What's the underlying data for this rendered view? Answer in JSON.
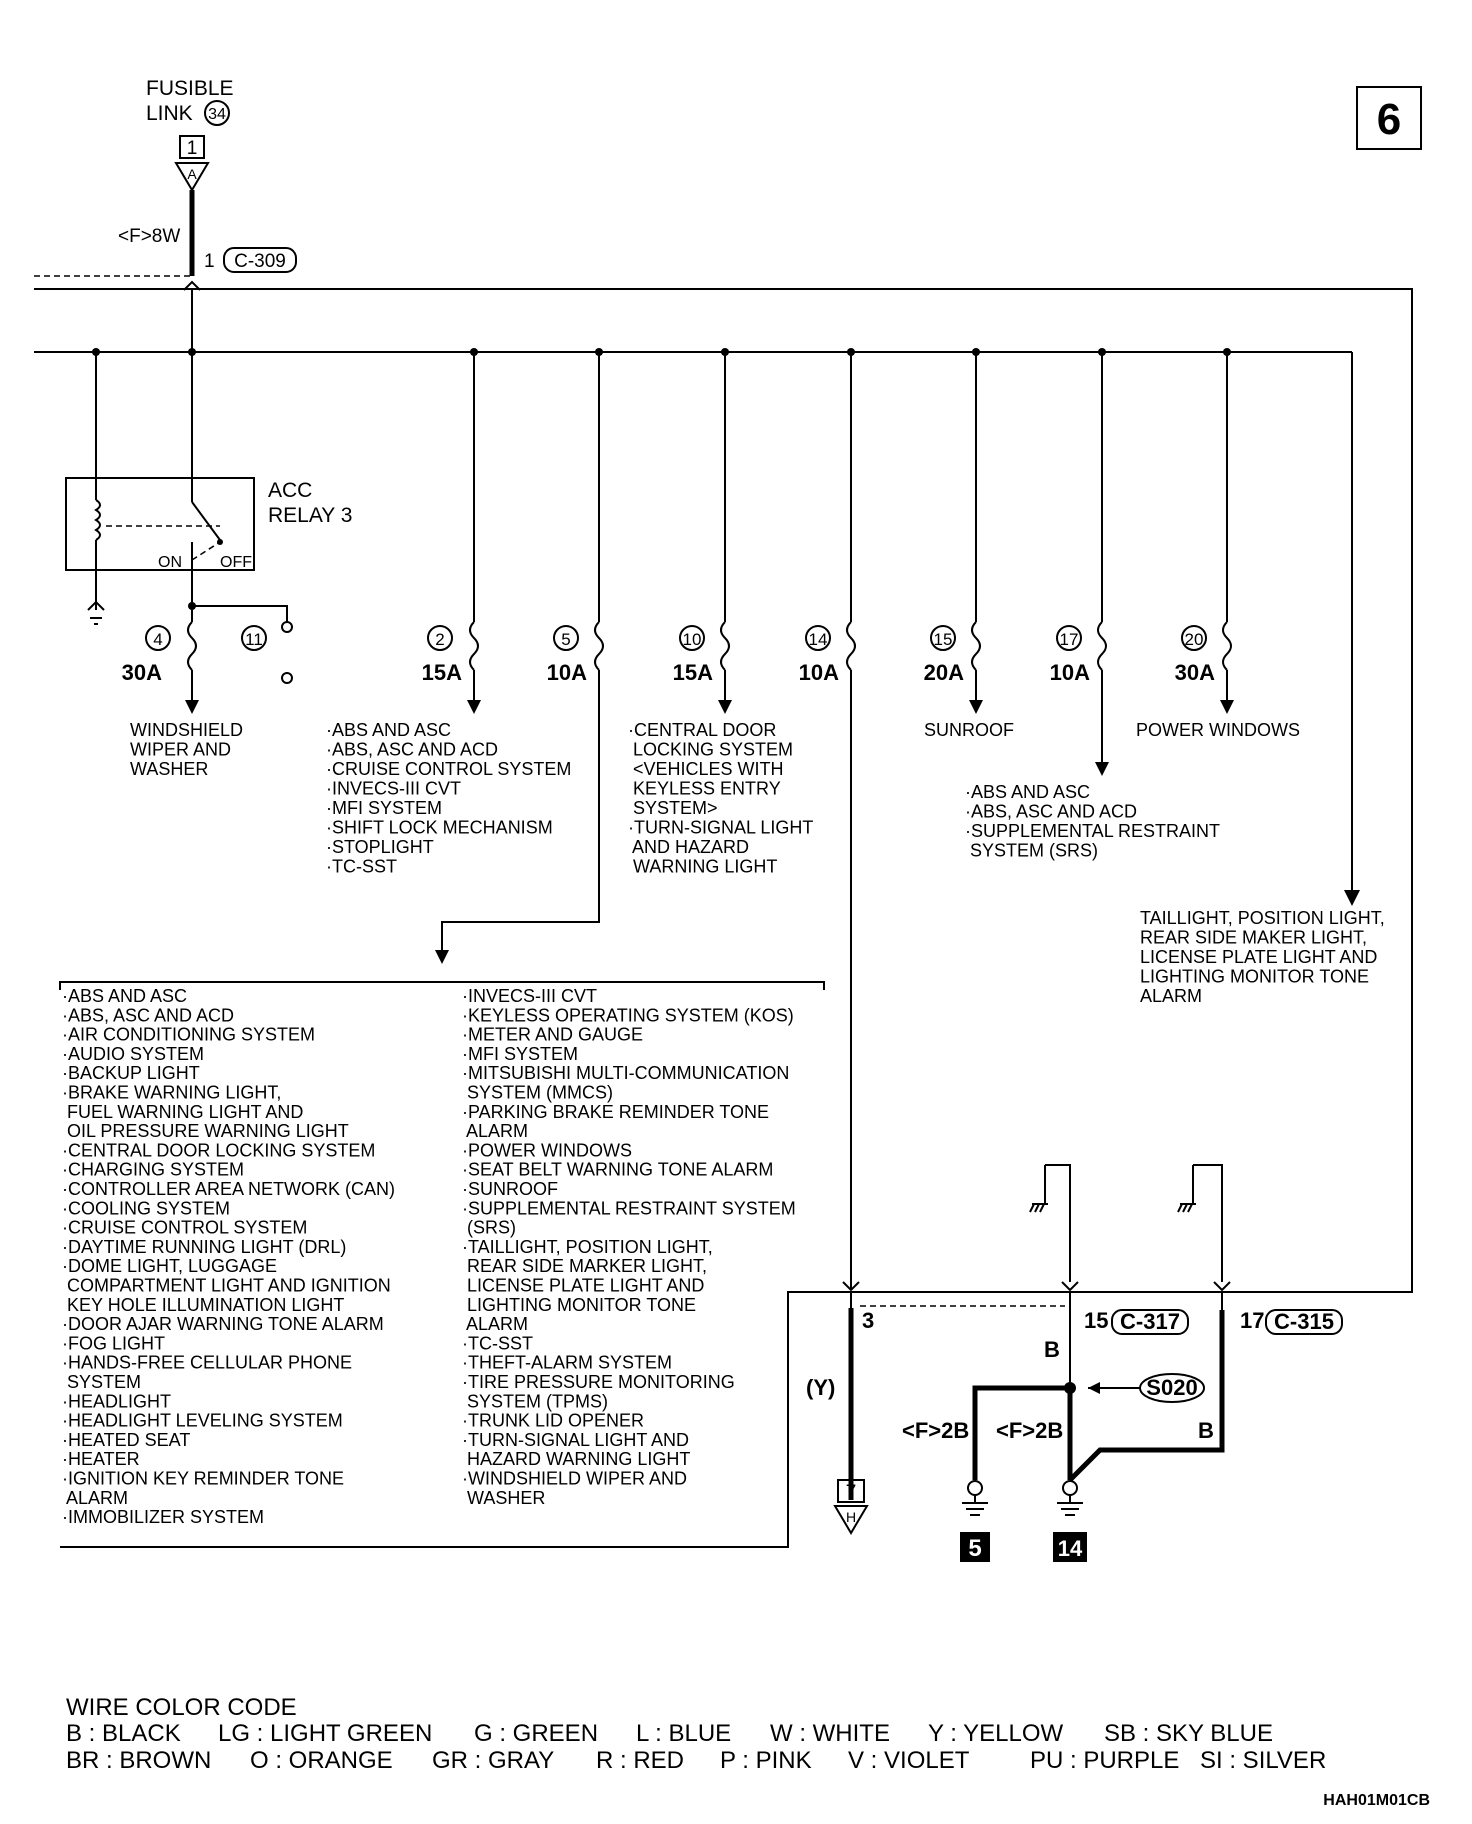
{
  "page_number": "6",
  "image_code": "HAH01M01CB",
  "fusible_link": {
    "label_line1": "FUSIBLE",
    "label_line2": "LINK",
    "number": "34",
    "terminal": "1",
    "connector_letter": "A"
  },
  "main_wire": {
    "spec": "<F>8W",
    "pin": "1",
    "connector": "C-309"
  },
  "relay": {
    "label_line1": "ACC",
    "label_line2": "RELAY 3",
    "on_label": "ON",
    "off_label": "OFF"
  },
  "fuses": [
    {
      "number": "4",
      "amp": "30A"
    },
    {
      "number": "11",
      "amp": ""
    },
    {
      "number": "2",
      "amp": "15A"
    },
    {
      "number": "5",
      "amp": "10A"
    },
    {
      "number": "10",
      "amp": "15A"
    },
    {
      "number": "14",
      "amp": "10A"
    },
    {
      "number": "15",
      "amp": "20A"
    },
    {
      "number": "17",
      "amp": "10A"
    },
    {
      "number": "20",
      "amp": "30A"
    }
  ],
  "destinations": {
    "fuse4": [
      "WINDSHIELD",
      "WIPER AND",
      "WASHER"
    ],
    "fuse2": [
      "·ABS AND ASC",
      "·ABS, ASC AND ACD",
      "·CRUISE CONTROL SYSTEM",
      "·INVECS-III CVT",
      "·MFI SYSTEM",
      "·SHIFT LOCK MECHANISM",
      "·STOPLIGHT",
      "·TC-SST"
    ],
    "fuse10": [
      "·CENTRAL DOOR",
      " LOCKING SYSTEM",
      " <VEHICLES WITH",
      " KEYLESS ENTRY",
      " SYSTEM>",
      "·TURN-SIGNAL LIGHT",
      " AND HAZARD",
      " WARNING LIGHT"
    ],
    "fuse15": [
      "SUNROOF"
    ],
    "fuse17": [
      "·ABS AND ASC",
      "·ABS, ASC AND ACD",
      "·SUPPLEMENTAL RESTRAINT",
      " SYSTEM (SRS)"
    ],
    "fuse20": [
      "POWER WINDOWS"
    ],
    "right_branch": [
      "TAILLIGHT, POSITION LIGHT,",
      "REAR SIDE MAKER LIGHT,",
      "LICENSE PLATE LIGHT AND",
      "LIGHTING MONITOR TONE",
      "ALARM"
    ]
  },
  "fuse5_list_left": [
    "·ABS AND ASC",
    "·ABS, ASC AND ACD",
    "·AIR CONDITIONING SYSTEM",
    "·AUDIO SYSTEM",
    "·BACKUP LIGHT",
    "·BRAKE WARNING LIGHT,",
    " FUEL WARNING LIGHT AND",
    " OIL PRESSURE WARNING LIGHT",
    "·CENTRAL DOOR LOCKING SYSTEM",
    "·CHARGING SYSTEM",
    "·CONTROLLER AREA NETWORK (CAN)",
    "·COOLING SYSTEM",
    "·CRUISE CONTROL SYSTEM",
    "·DAYTIME RUNNING LIGHT (DRL)",
    "·DOME LIGHT, LUGGAGE",
    " COMPARTMENT LIGHT AND IGNITION",
    " KEY HOLE ILLUMINATION LIGHT",
    "·DOOR AJAR WARNING TONE ALARM",
    "·FOG LIGHT",
    "·HANDS-FREE CELLULAR PHONE",
    " SYSTEM",
    "·HEADLIGHT",
    "·HEADLIGHT LEVELING SYSTEM",
    "·HEATED SEAT",
    "·HEATER",
    "·IGNITION KEY REMINDER TONE",
    " ALARM",
    "·IMMOBILIZER SYSTEM"
  ],
  "fuse5_list_right": [
    "·INVECS-III CVT",
    "·KEYLESS OPERATING SYSTEM (KOS)",
    "·METER AND GAUGE",
    "·MFI SYSTEM",
    "·MITSUBISHI MULTI-COMMUNICATION",
    " SYSTEM (MMCS)",
    "·PARKING BRAKE REMINDER TONE",
    " ALARM",
    "·POWER WINDOWS",
    "·SEAT BELT WARNING TONE ALARM",
    "·SUNROOF",
    "·SUPPLEMENTAL RESTRAINT SYSTEM",
    " (SRS)",
    "·TAILLIGHT, POSITION LIGHT,",
    " REAR SIDE MARKER LIGHT,",
    " LICENSE PLATE LIGHT AND",
    " LIGHTING MONITOR TONE",
    " ALARM",
    "·TC-SST",
    "·THEFT-ALARM SYSTEM",
    "·TIRE PRESSURE MONITORING",
    " SYSTEM (TPMS)",
    "·TRUNK LID OPENER",
    "·TURN-SIGNAL LIGHT AND",
    " HAZARD WARNING LIGHT",
    "·WINDSHIELD WIPER AND",
    " WASHER"
  ],
  "bottom_connectors": {
    "pin3": "3",
    "pin15": "15",
    "conn315_317": "C-317",
    "pin17": "17",
    "conn_c315": "C-315",
    "wire_color_y": "(Y)",
    "wire_b1": "B",
    "wire_b2": "B",
    "splice": "S020",
    "spec_left": "<F>2B",
    "spec_right": "<F>2B",
    "ground5": "5",
    "ground14": "14",
    "offpage_num": "7",
    "offpage_letter": "H"
  },
  "wire_color_code": {
    "title": "WIRE COLOR CODE",
    "row1": [
      "B : BLACK",
      "LG : LIGHT GREEN",
      "G : GREEN",
      "L : BLUE",
      "W : WHITE",
      "Y : YELLOW",
      "SB : SKY BLUE"
    ],
    "row2": [
      "BR : BROWN",
      "O : ORANGE",
      "GR : GRAY",
      "R : RED",
      "P : PINK",
      "V : VIOLET",
      "PU : PURPLE",
      "SI : SILVER"
    ]
  }
}
